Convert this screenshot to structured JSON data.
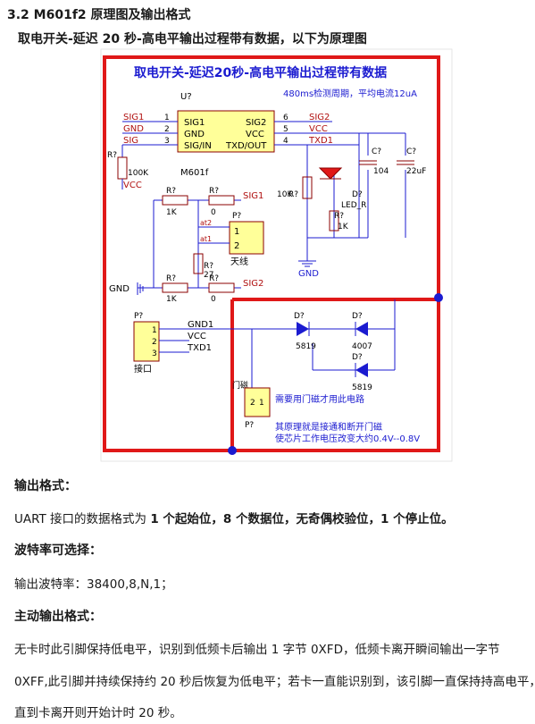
{
  "section_title": "3.2 M601f2 原理图及输出格式",
  "intro_heading": "取电开关-延迟 20 秒-高电平输出过程带有数据，以下为原理图",
  "schematic": {
    "title": "取电开关-延迟20秒-高电平输出过程带有数据",
    "note_top": "480ms检测周期，平均电流12uA",
    "ic": {
      "ref": "U?",
      "part": "M601f",
      "left_pins": [
        "SIG1",
        "GND",
        "SIG/IN"
      ],
      "right_pins": [
        "SIG2",
        "VCC",
        "TXD/OUT"
      ],
      "left_nums": [
        "1",
        "2",
        "3"
      ],
      "right_nums": [
        "6",
        "5",
        "4"
      ]
    },
    "left_nets": [
      "SIG1",
      "GND",
      "SIG"
    ],
    "right_nets": [
      "SIG2",
      "VCC",
      "TXD1"
    ],
    "r_left": {
      "label": "R?",
      "value": "100K"
    },
    "vcc_label": "VCC",
    "r_top1": {
      "label": "R?",
      "value": "1K"
    },
    "r_top2": {
      "label": "R?",
      "value": "0"
    },
    "sig1_out": "SIG1",
    "antenna": {
      "ref": "P?",
      "pin1": "1",
      "pin2": "2",
      "label": "天线",
      "at2": "at2",
      "at1": "at1"
    },
    "r_mid": {
      "label": "R?",
      "value": "27"
    },
    "gnd_left": "GND",
    "r_bot1": {
      "label": "R?",
      "value": "1K"
    },
    "r_bot2": {
      "label": "R?",
      "value": "0"
    },
    "sig2_out": "SIG2",
    "r_10k": {
      "label": "R?",
      "value": "10K"
    },
    "led": {
      "ref": "D?",
      "label": "LED_R"
    },
    "r_1k": {
      "label": "R?",
      "value": "1K"
    },
    "cap1": {
      "ref": "C?",
      "value": "104"
    },
    "cap2": {
      "ref": "C?",
      "value": "22uF"
    },
    "gnd_bottom": "GND",
    "interface": {
      "ref": "P?",
      "nets": [
        "GND1",
        "VCC",
        "TXD1"
      ],
      "pins": [
        "1",
        "2",
        "3"
      ],
      "label": "接口"
    },
    "diode1": {
      "ref": "D?",
      "value": "5819"
    },
    "diode2": {
      "ref": "D?",
      "value": "4007"
    },
    "diode3": {
      "ref": "D?",
      "value": "5819"
    },
    "door": {
      "label": "门磁",
      "ref": "P?",
      "pins": [
        "2",
        "1"
      ]
    },
    "note_door": "需要用门磁才用此电路",
    "note_principle1": "其原理就是接通和断开门磁",
    "note_principle2": "使芯片工作电压改变大约0.4V--0.8V",
    "colors": {
      "wire": "#1b1bd0",
      "net": "#b01010",
      "frame": "#e01818",
      "part": "#c8c8c8",
      "text": "#000000"
    }
  },
  "output_format": {
    "heading": "输出格式：",
    "line_prefix": "UART 接口的数据格式为 ",
    "line_bold": "1 个起始位，8 个数据位，无奇偶校验位，1 个停止位。"
  },
  "baud": {
    "heading": "波特率可选择：",
    "line": "输出波特率：38400,8,N,1；"
  },
  "active": {
    "heading": "主动输出格式：",
    "line1": "无卡时此引脚保持低电平，识别到低频卡后输出 1 字节 0XFD，低频卡离开瞬间输出一字节",
    "line2": "0XFF,此引脚并持续保持约 20 秒后恢复为低电平；若卡一直能识别到，该引脚一直保持持高电平，",
    "line3": "直到卡离开则开始计时 20 秒。"
  }
}
